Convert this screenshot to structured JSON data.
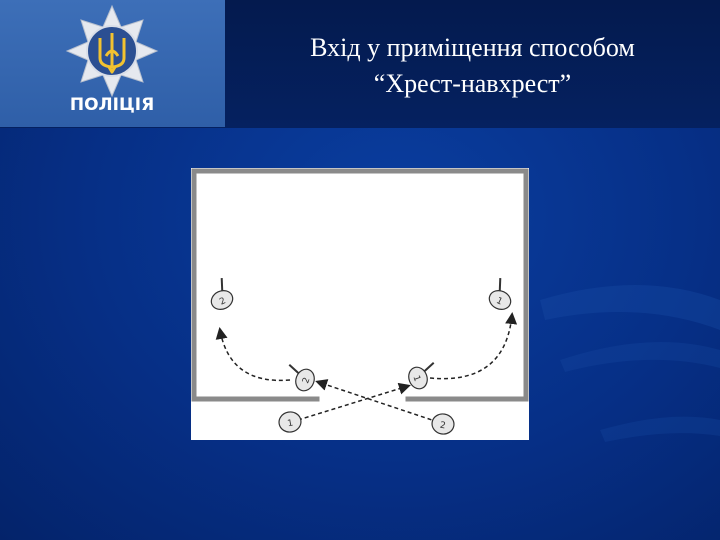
{
  "logo": {
    "word": "ПОЛІЦІЯ",
    "emblem_color": "#f2c230",
    "star_color": "#e6e9ef"
  },
  "title": {
    "line1": "Вхід у приміщення способом",
    "line2": "“Хрест-навхрест”"
  },
  "diagram": {
    "officers": [
      "1",
      "2",
      "2",
      "1",
      "1",
      "2"
    ]
  }
}
